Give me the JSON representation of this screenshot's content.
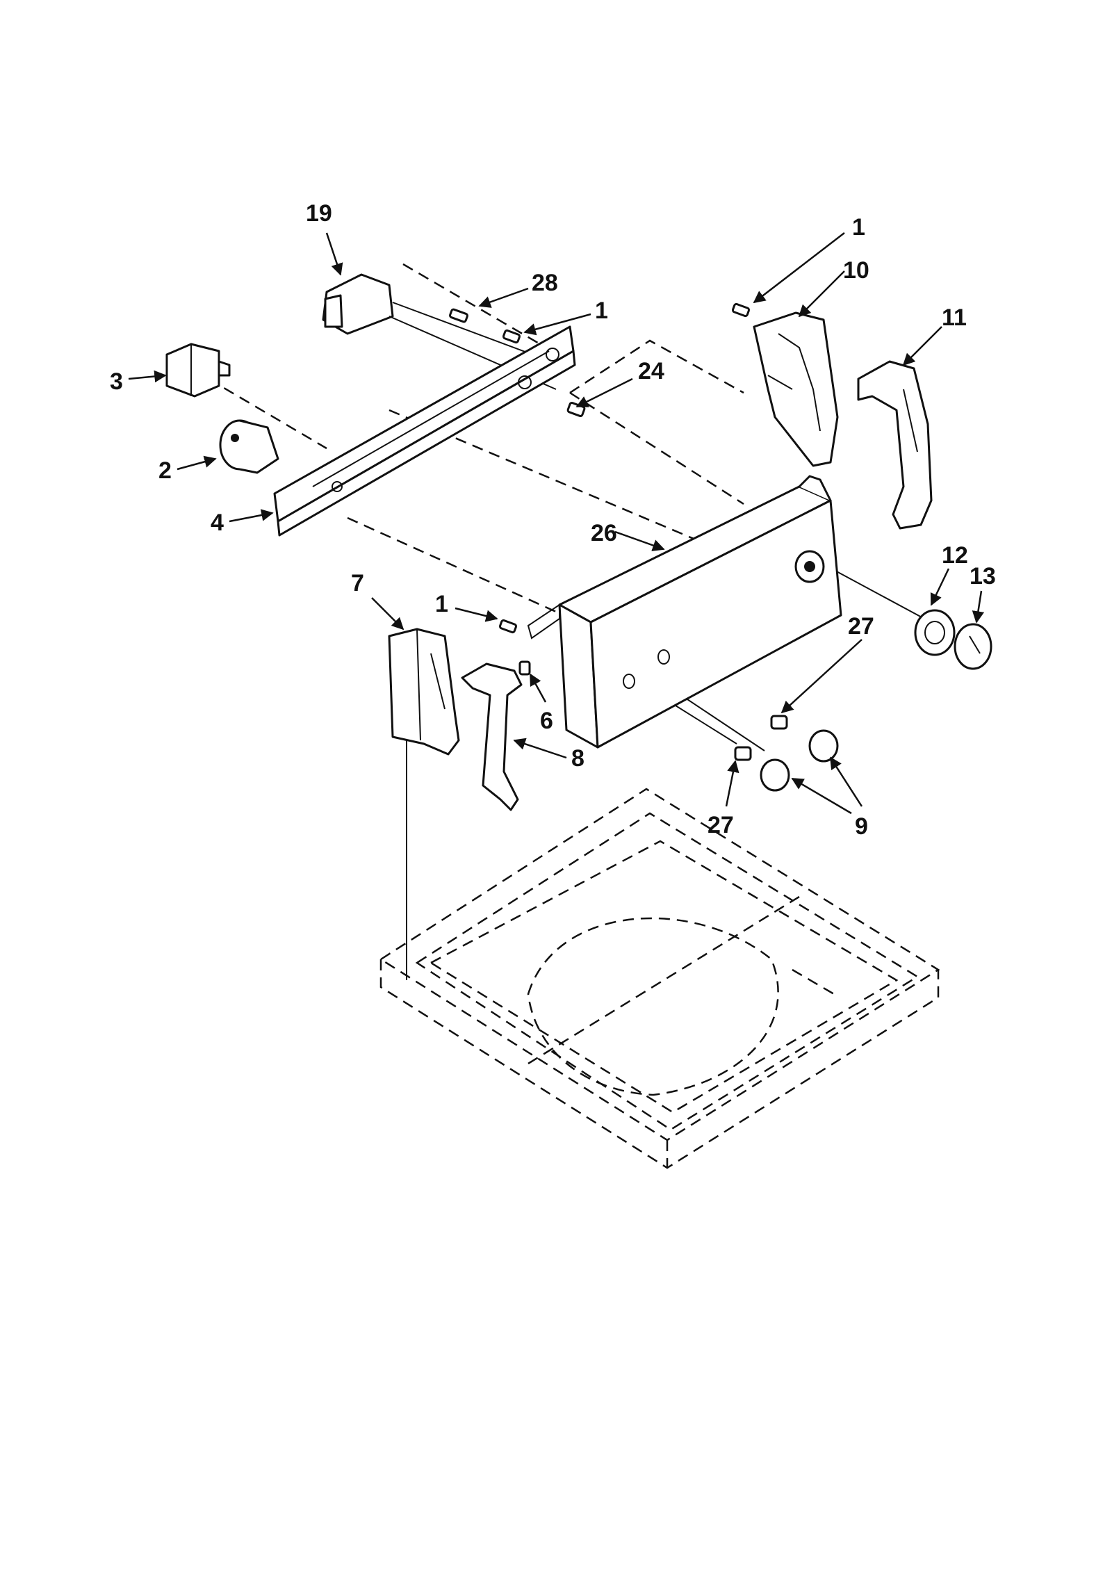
{
  "callouts": {
    "c19": "19",
    "c28": "28",
    "c1_top_center": "1",
    "c1_top_right": "1",
    "c10": "10",
    "c11": "11",
    "c3": "3",
    "c24": "24",
    "c2": "2",
    "c4": "4",
    "c26": "26",
    "c12": "12",
    "c13": "13",
    "c7": "7",
    "c1_lower": "1",
    "c27_upper": "27",
    "c6": "6",
    "c8": "8",
    "c27_lower": "27",
    "c9": "9"
  },
  "colors": {
    "ink": "#111111",
    "paper": "#ffffff"
  }
}
